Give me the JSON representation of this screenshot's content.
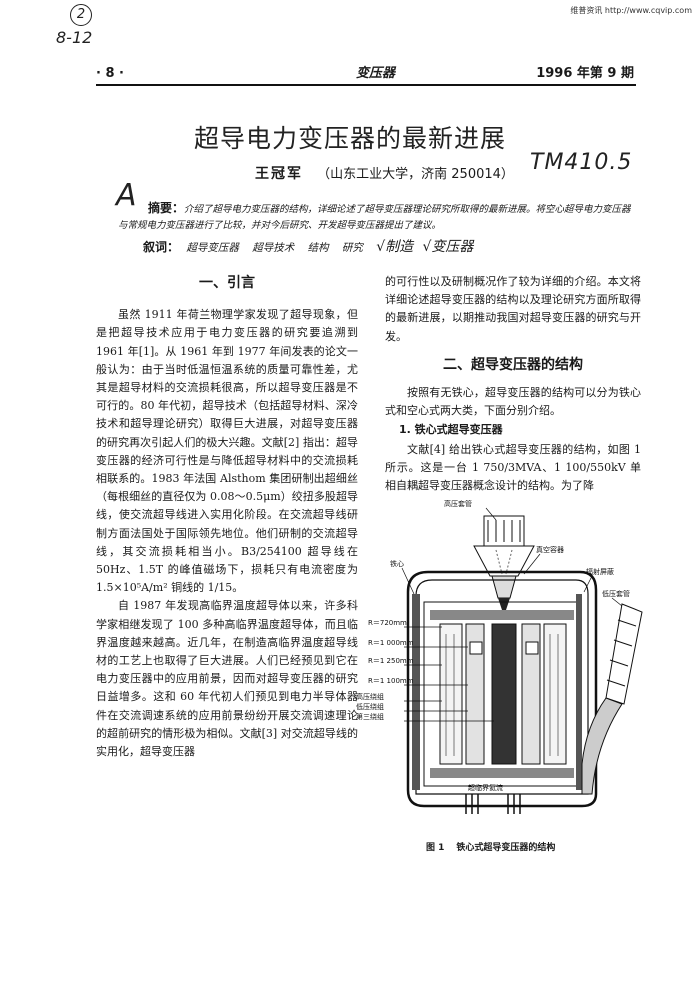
{
  "watermark": "维普资讯 http://www.cqvip.com",
  "handwritten": {
    "circled_number": "2",
    "code": "8-12",
    "classification": "TM410.5",
    "mark": "A"
  },
  "header": {
    "page_number": "· 8 ·",
    "journal": "变压器",
    "issue": "1996 年第 9 期"
  },
  "title": "超导电力变压器的最新进展",
  "author": {
    "name": "王冠军",
    "affiliation": "（山东工业大学，济南 250014）"
  },
  "abstract": {
    "label": "摘要：",
    "text": "介绍了超导电力变压器的结构，详细论述了超导变压器理论研究所取得的最新进展。将空心超导电力变压器与常规电力变压器进行了比较，并对今后研究、开发超导变压器提出了建议。"
  },
  "keywords": {
    "label": "叙词：",
    "items": [
      "超导变压器",
      "超导技术",
      "结构",
      "研究"
    ],
    "handwritten_items": [
      "√制造",
      "√变压器"
    ]
  },
  "section1": {
    "heading": "一、引言",
    "paragraphs": [
      "虽然 1911 年荷兰物理学家发现了超导现象，但是把超导技术应用于电力变压器的研究要追溯到 1961 年[1]。从 1961 年到 1977 年间发表的论文一般认为：由于当时低温恒温系统的质量可靠性差，尤其是超导材料的交流损耗很高，所以超导变压器是不可行的。80 年代初，超导技术（包括超导材料、深冷技术和超导理论研究）取得巨大进展，对超导变压器的研究再次引起人们的极大兴趣。文献[2] 指出：超导变压器的经济可行性是与降低超导材料中的交流损耗相联系的。1983 年法国 Alsthom 集团研制出超细丝（每根细丝的直径仅为 0.08～0.5μm）绞扭多股超导线，使交流超导线进入实用化阶段。在交流超导线研制方面法国处于国际领先地位。他们研制的交流超导线，其交流损耗相当小。B3/254100 超导线在 50Hz、1.5T 的峰值磁场下，损耗只有电流密度为 1.5×10⁵A/m² 铜线的 1/15。",
      "自 1987 年发现高临界温度超导体以来，许多科学家相继发现了 100 多种高临界温度超导体，而且临界温度越来越高。近几年，在制造高临界温度超导线材的工艺上也取得了巨大进展。人们已经预见到它在电力变压器中的应用前景，因而对超导变压器的研究日益增多。这和 60 年代初人们预见到电力半导体器件在交流调速系统的应用前景纷纷开展交流调速理论的超前研究的情形极为相似。文献[3] 对交流超导线的实用化，超导变压器"
    ]
  },
  "right_intro": "的可行性以及研制概况作了较为详细的介绍。本文将详细论述超导变压器的结构以及理论研究方面所取得的最新进展，以期推动我国对超导变压器的研究与开发。",
  "section2": {
    "heading": "二、超导变压器的结构",
    "paragraphs": [
      "按照有无铁心，超导变压器的结构可以分为铁心式和空心式两大类，下面分别介绍。"
    ],
    "sub1": {
      "heading": "1. 铁心式超导变压器",
      "text": "文献[4] 给出铁心式超导变压器的结构，如图 1 所示。这是一台 1 750/3MVA、1 100/550kV 单相自耦超导变压器概念设计的结构。为了降"
    }
  },
  "figure1": {
    "caption_num": "图 1",
    "caption_text": "铁心式超导变压器的结构",
    "labels": {
      "hv_bushing": "高压套管",
      "vacuum_vessel": "真空容器",
      "core": "铁心",
      "radiation_shield": "辐射屏蔽",
      "lv_bushing": "低压套管",
      "r1": "R＝720mm",
      "r2": "R＝1 000mm",
      "r3": "R＝1 250mm",
      "r4": "R＝1 100mm",
      "hv_winding": "高压绕组",
      "lv_winding": "低压绕组",
      "third_winding": "第三绕组",
      "helium": "超临界氦流"
    }
  }
}
